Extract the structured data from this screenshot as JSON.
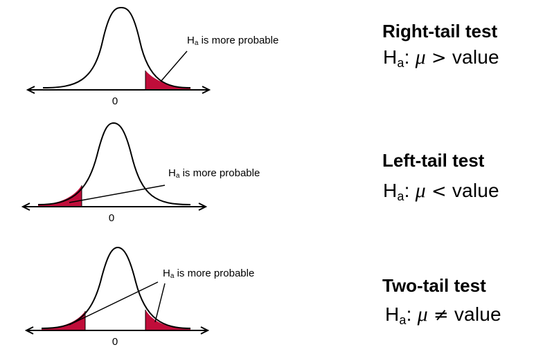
{
  "colors": {
    "tail_fill": "#c00d3a",
    "curve": "#000000"
  },
  "panels": [
    {
      "tails": "right",
      "tick_label": "0",
      "annotation": {
        "prefix": "H",
        "sub": "a",
        "rest": " is more probable"
      },
      "title": "Right-tail test",
      "hypothesis": {
        "H": "H",
        "sub": "a",
        "colon": ":",
        "mu": "μ",
        "op": ">",
        "value": "value"
      }
    },
    {
      "tails": "left",
      "tick_label": "0",
      "annotation": {
        "prefix": "H",
        "sub": "a",
        "rest": " is more probable"
      },
      "title": "Left-tail test",
      "hypothesis": {
        "H": "H",
        "sub": "a",
        "colon": ":",
        "mu": "μ",
        "op": "<",
        "value": "value"
      }
    },
    {
      "tails": "both",
      "tick_label": "0",
      "annotation": {
        "prefix": "H",
        "sub": "a",
        "rest": " is more probable"
      },
      "title": "Two-tail test",
      "hypothesis": {
        "H": "H",
        "sub": "a",
        "colon": ":",
        "mu": "μ",
        "op": "≠",
        "value": "value"
      }
    }
  ]
}
